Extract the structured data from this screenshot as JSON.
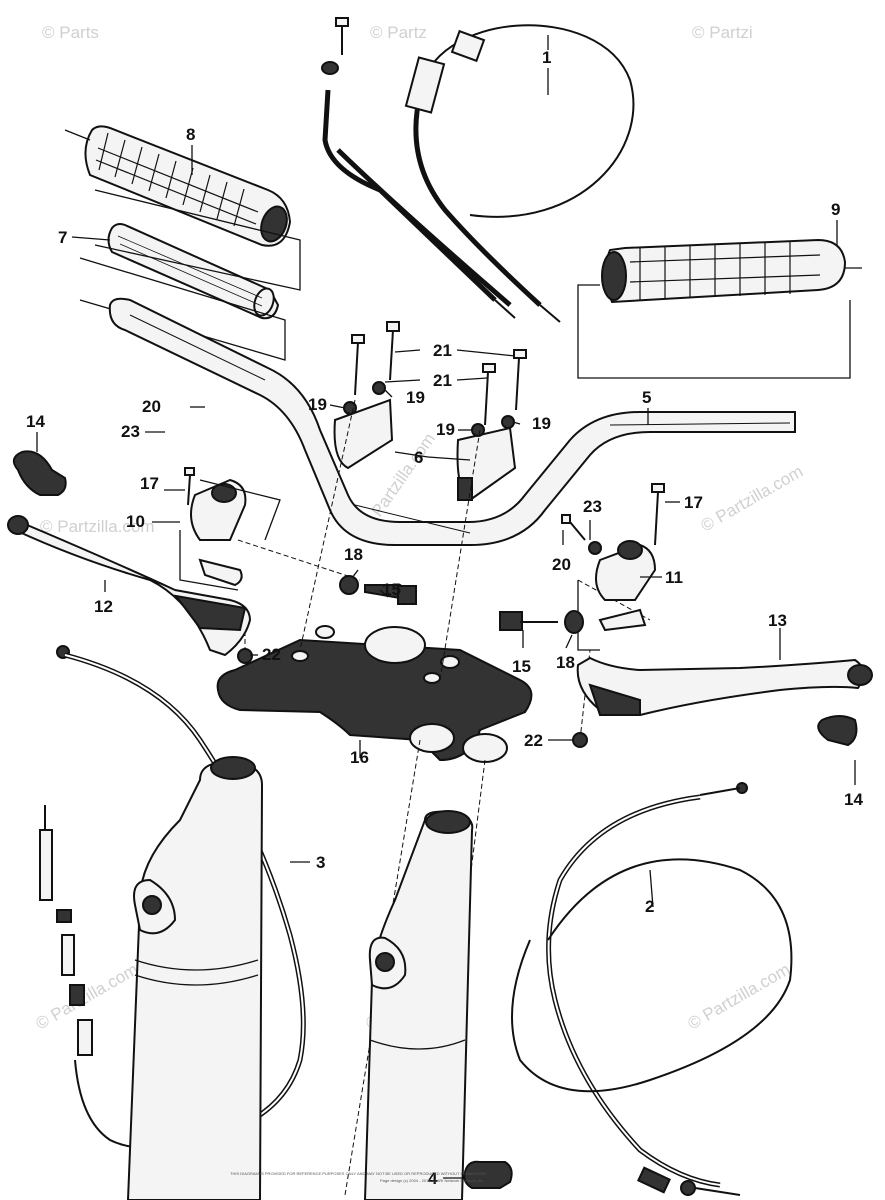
{
  "watermark": {
    "text": "© Partzilla.com",
    "short": "© Parts",
    "short2": "© Partz",
    "short3": "© Partzi"
  },
  "footer": {
    "copyright_line": "Page design (c) 2004 - 2017 by ARI Network Services, Inc.",
    "fine_print": "THIS DIAGRAM IS PROVIDED FOR REFERENCE PURPOSES ONLY AND MAY NOT BE USED OR REPRODUCED WITHOUT PERMISSION"
  },
  "callouts": [
    {
      "id": "c1",
      "label": "1"
    },
    {
      "id": "c2",
      "label": "2"
    },
    {
      "id": "c3",
      "label": "3"
    },
    {
      "id": "c4",
      "label": "4"
    },
    {
      "id": "c5",
      "label": "5"
    },
    {
      "id": "c6",
      "label": "6"
    },
    {
      "id": "c7",
      "label": "7"
    },
    {
      "id": "c8",
      "label": "8"
    },
    {
      "id": "c9",
      "label": "9"
    },
    {
      "id": "c10",
      "label": "10"
    },
    {
      "id": "c11",
      "label": "11"
    },
    {
      "id": "c12",
      "label": "12"
    },
    {
      "id": "c13",
      "label": "13"
    },
    {
      "id": "c14a",
      "label": "14"
    },
    {
      "id": "c14b",
      "label": "14"
    },
    {
      "id": "c15a",
      "label": "15"
    },
    {
      "id": "c15b",
      "label": "15"
    },
    {
      "id": "c16",
      "label": "16"
    },
    {
      "id": "c17a",
      "label": "17"
    },
    {
      "id": "c17b",
      "label": "17"
    },
    {
      "id": "c18a",
      "label": "18"
    },
    {
      "id": "c18b",
      "label": "18"
    },
    {
      "id": "c19a",
      "label": "19"
    },
    {
      "id": "c19b",
      "label": "19"
    },
    {
      "id": "c19c",
      "label": "19"
    },
    {
      "id": "c19d",
      "label": "19"
    },
    {
      "id": "c20a",
      "label": "20"
    },
    {
      "id": "c20b",
      "label": "20"
    },
    {
      "id": "c21a",
      "label": "21"
    },
    {
      "id": "c21b",
      "label": "21"
    },
    {
      "id": "c22a",
      "label": "22"
    },
    {
      "id": "c22b",
      "label": "22"
    },
    {
      "id": "c23a",
      "label": "23"
    },
    {
      "id": "c23b",
      "label": "23"
    }
  ]
}
